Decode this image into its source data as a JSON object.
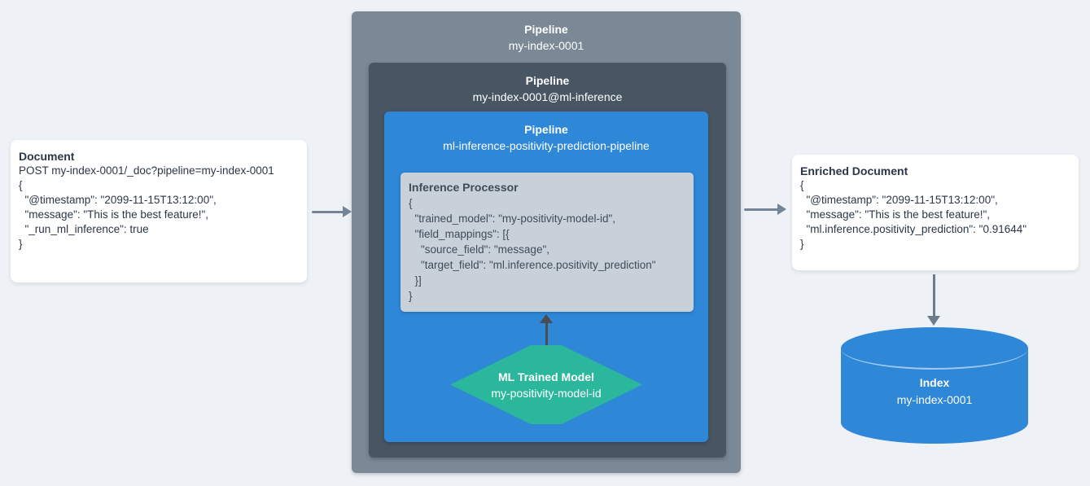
{
  "colors": {
    "background": "#eef1f6",
    "outer_pipeline_box": "#7b8896",
    "middle_pipeline_box": "#485663",
    "inner_pipeline_box": "#2e87d7",
    "processor_card": "#c8d0d9",
    "hexagon": "#2bb79c",
    "cylinder": "#2e87d7",
    "card_text": "#2b3648",
    "flow_arrow": "#758599",
    "model_arrow": "#4a4c4e"
  },
  "document_card": {
    "title": "Document",
    "lines": [
      "POST my-index-0001/_doc?pipeline=my-index-0001",
      "{",
      "  \"@timestamp\": \"2099-11-15T13:12:00\",",
      "  \"message\": \"This is the best feature!\",",
      "  \"_run_ml_inference\": true",
      "}"
    ]
  },
  "pipeline_outer": {
    "title": "Pipeline",
    "name": "my-index-0001"
  },
  "pipeline_middle": {
    "title": "Pipeline",
    "name": "my-index-0001@ml-inference"
  },
  "pipeline_inner": {
    "title": "Pipeline",
    "name": "ml-inference-positivity-prediction-pipeline"
  },
  "inference_processor": {
    "title": "Inference Processor",
    "lines": [
      "{",
      "  \"trained_model\": \"my-positivity-model-id\",",
      "  \"field_mappings\": [{",
      "    \"source_field\": \"message\",",
      "    \"target_field\": \"ml.inference.positivity_prediction\"",
      "  }]",
      "}"
    ]
  },
  "ml_model": {
    "title": "ML Trained Model",
    "name": "my-positivity-model-id"
  },
  "enriched_card": {
    "title": "Enriched Document",
    "lines": [
      "{",
      "  \"@timestamp\": \"2099-11-15T13:12:00\",",
      "  \"message\": \"This is the best feature!\",",
      "  \"ml.inference.positivity_prediction\": \"0.91644\"",
      "}"
    ]
  },
  "index": {
    "title": "Index",
    "name": "my-index-0001"
  }
}
